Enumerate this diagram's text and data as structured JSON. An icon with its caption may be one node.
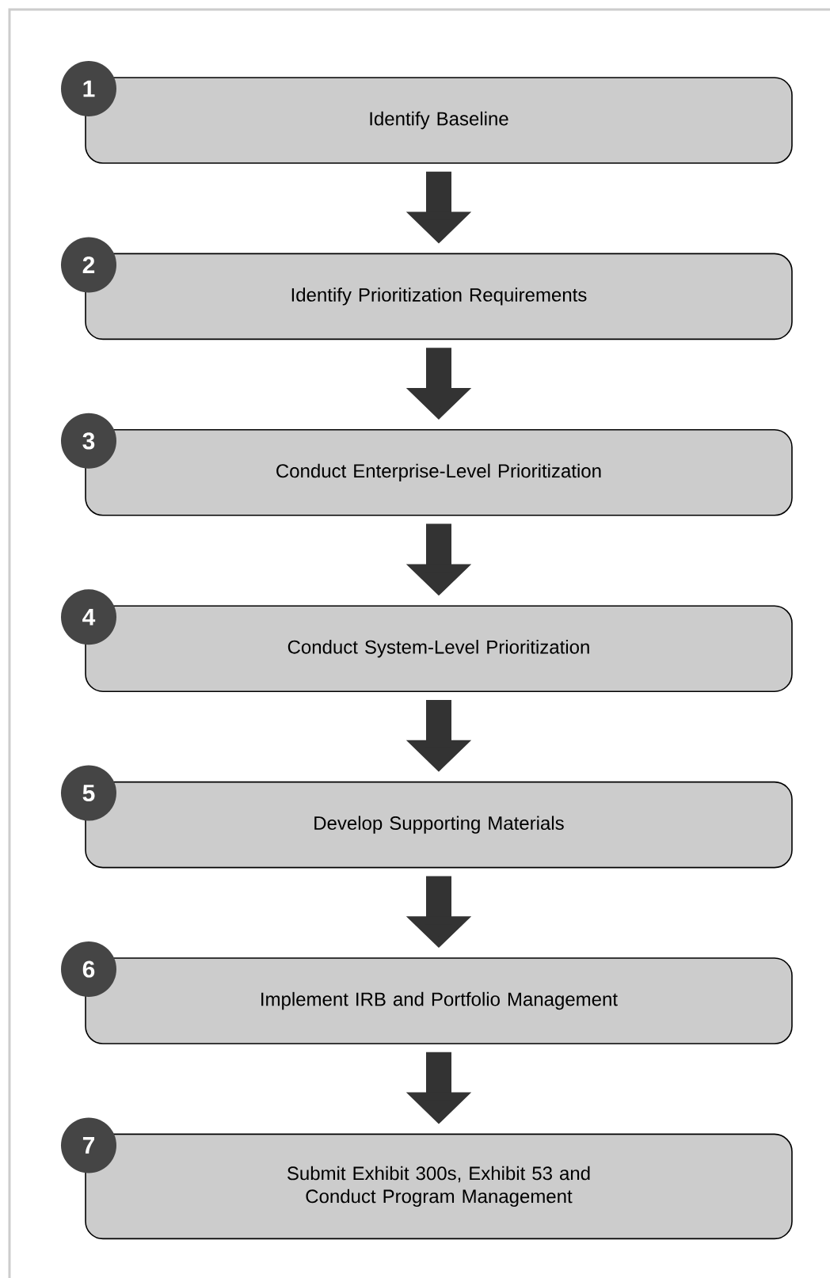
{
  "diagram": {
    "nodes": [
      {
        "text": [
          "1",
          "Identify Baseline"
        ]
      },
      {
        "text": [
          "2",
          "Identify Prioritization Requirements"
        ]
      },
      {
        "text": [
          "3",
          "Conduct Enterprise-Level Prioritization"
        ]
      },
      {
        "text": [
          "4",
          "Conduct System-Level Prioritization"
        ]
      },
      {
        "text": [
          "5",
          "Develop Supporting Materials"
        ]
      },
      {
        "text": [
          "6",
          "Implement IRB and Portfolio Management"
        ]
      },
      {
        "text": [
          "7",
          "Submit Exhibit 300s, Exhibit 53 and Conduct Program Management"
        ]
      }
    ],
    "edges": [
      {
        "from": 0,
        "to": 1,
        "arrow": "to"
      },
      {
        "from": 1,
        "to": 2,
        "arrow": "to"
      },
      {
        "from": 2,
        "to": 3,
        "arrow": "to"
      },
      {
        "from": 3,
        "to": 4,
        "arrow": "to"
      },
      {
        "from": 4,
        "to": 5,
        "arrow": "to"
      },
      {
        "from": 5,
        "to": 6,
        "arrow": "to"
      }
    ]
  }
}
